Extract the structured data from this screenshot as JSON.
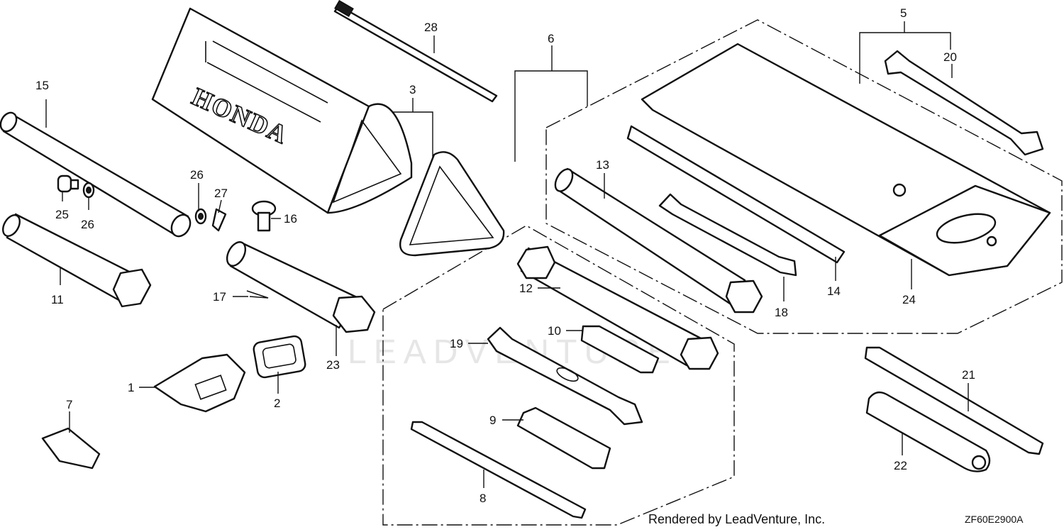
{
  "brand_text": "HONDA",
  "watermark": "LEADVENTURE",
  "footer": {
    "rendered_by": "Rendered by LeadVenture, Inc.",
    "diagram_code": "ZF60E2900A"
  },
  "callouts": {
    "p1": "1",
    "p2": "2",
    "p3": "3",
    "p5": "5",
    "p6": "6",
    "p7": "7",
    "p8": "8",
    "p9": "9",
    "p10": "10",
    "p11": "11",
    "p12": "12",
    "p13": "13",
    "p14": "14",
    "p15": "15",
    "p16": "16",
    "p17": "17",
    "p18": "18",
    "p19": "19",
    "p20": "20",
    "p21": "21",
    "p22": "22",
    "p23": "23",
    "p24": "24",
    "p25": "25",
    "p26a": "26",
    "p26b": "26",
    "p27": "27",
    "p28": "28"
  }
}
